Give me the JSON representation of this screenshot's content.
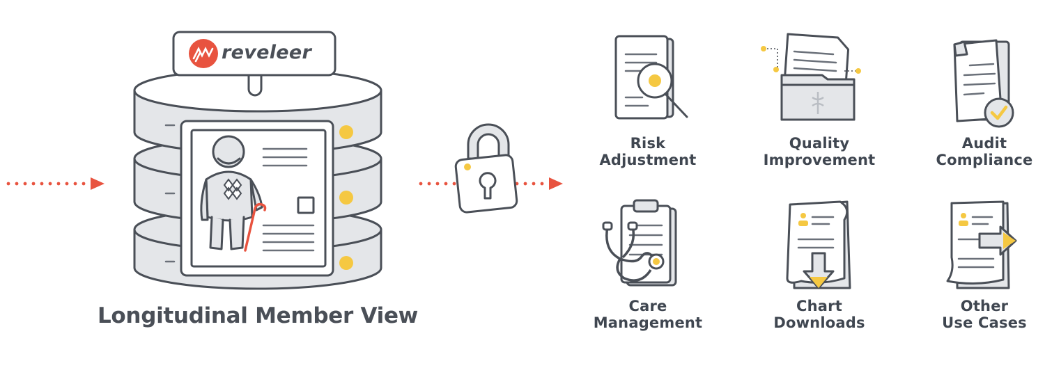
{
  "brand": {
    "name": "reveleer"
  },
  "main_title": "Longitudinal Member View",
  "use_cases": [
    {
      "line1": "Risk",
      "line2": "Adjustment"
    },
    {
      "line1": "Quality",
      "line2": "Improvement"
    },
    {
      "line1": "Audit",
      "line2": "Compliance"
    },
    {
      "line1": "Care",
      "line2": "Management"
    },
    {
      "line1": "Chart",
      "line2": "Downloads"
    },
    {
      "line1": "Other",
      "line2": "Use Cases"
    }
  ],
  "colors": {
    "accent_red": "#e8533f",
    "accent_yellow": "#f5c842",
    "outline": "#4a4f57",
    "fill_gray": "#e4e6e9"
  }
}
